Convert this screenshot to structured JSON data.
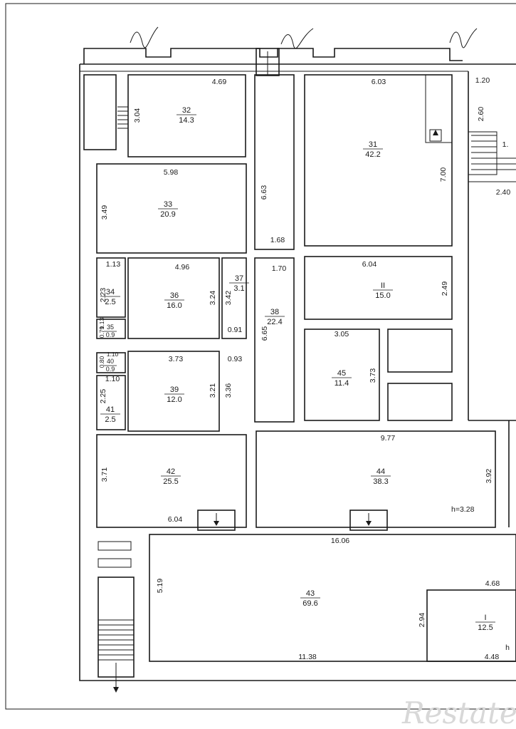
{
  "rooms": [
    {
      "id": "32",
      "area": "14.3"
    },
    {
      "id": "31",
      "area": "42.2"
    },
    {
      "id": "33",
      "area": "20.9"
    },
    {
      "id": "37",
      "area": "3.1"
    },
    {
      "id": "38",
      "area": "22.4"
    },
    {
      "id": "II",
      "area": "15.0"
    },
    {
      "id": "34",
      "area": "2.5"
    },
    {
      "id": "35",
      "area": "0.9"
    },
    {
      "id": "36",
      "area": "16.0"
    },
    {
      "id": "40",
      "area": "0.9"
    },
    {
      "id": "39",
      "area": "12.0"
    },
    {
      "id": "41",
      "area": "2.5"
    },
    {
      "id": "45",
      "area": "11.4"
    },
    {
      "id": "42",
      "area": "25.5"
    },
    {
      "id": "44",
      "area": "38.3"
    },
    {
      "id": "43",
      "area": "69.6"
    },
    {
      "id": "I",
      "area": "12.5"
    }
  ],
  "dimensions": [
    "4.69",
    "3.04",
    "6.03",
    "1.20",
    "2.60",
    "1.",
    "7.00",
    "2.40",
    "5.98",
    "3.49",
    "6.63",
    "1.68",
    "1.70",
    "6.04",
    "2.49",
    "1.13",
    "2.23",
    "4.96",
    "3.24",
    "3.42",
    "6.65",
    "0.79",
    "1.13",
    "0.91",
    "3.05",
    "3.73",
    "0.80",
    "1.10",
    "3.73",
    "0.93",
    "1.10",
    "2.25",
    "3.21",
    "3.36",
    "9.77",
    "3.71",
    "3.92",
    "6.04",
    "16.06",
    "5.19",
    "4.68",
    "2.94",
    "11.38",
    "4.48",
    "h"
  ],
  "height_note": "h=3.28",
  "watermark": "Restate"
}
